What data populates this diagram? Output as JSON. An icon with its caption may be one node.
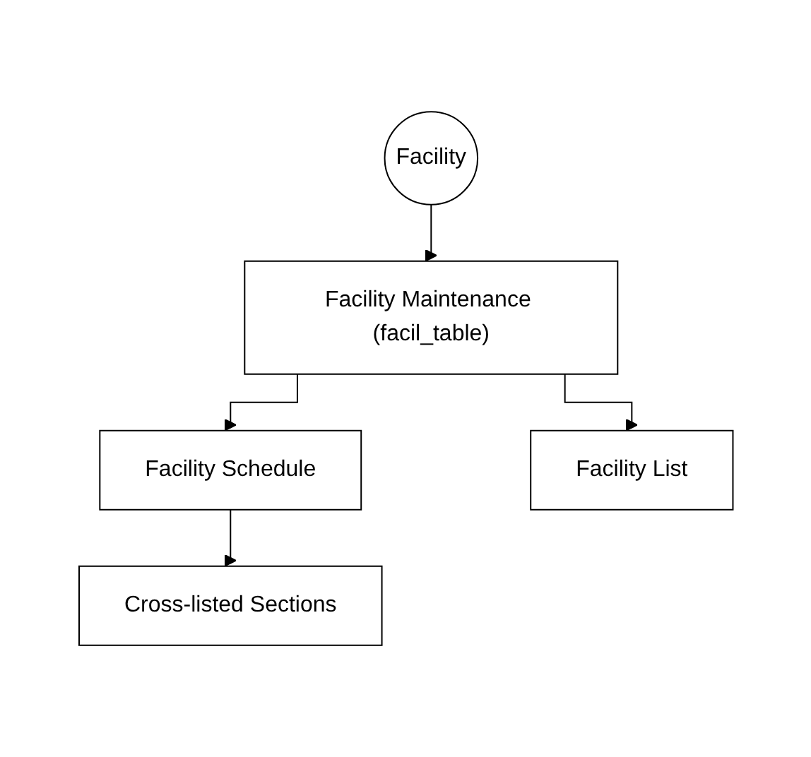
{
  "diagram": {
    "nodes": [
      {
        "text": [
          "Facility"
        ]
      },
      {
        "text": [
          "Facility Maintenance (facil_table)"
        ]
      },
      {
        "text": [
          "Facility Schedule"
        ]
      },
      {
        "text": [
          "Facility List"
        ]
      },
      {
        "text": [
          "Cross-listed Sections"
        ]
      }
    ],
    "edges": [
      {
        "from": 0,
        "to": 1,
        "arrow": "to"
      },
      {
        "from": 1,
        "to": 2,
        "arrow": "to"
      },
      {
        "from": 1,
        "to": 3,
        "arrow": "to"
      },
      {
        "from": 2,
        "to": 4,
        "arrow": "to"
      }
    ]
  }
}
